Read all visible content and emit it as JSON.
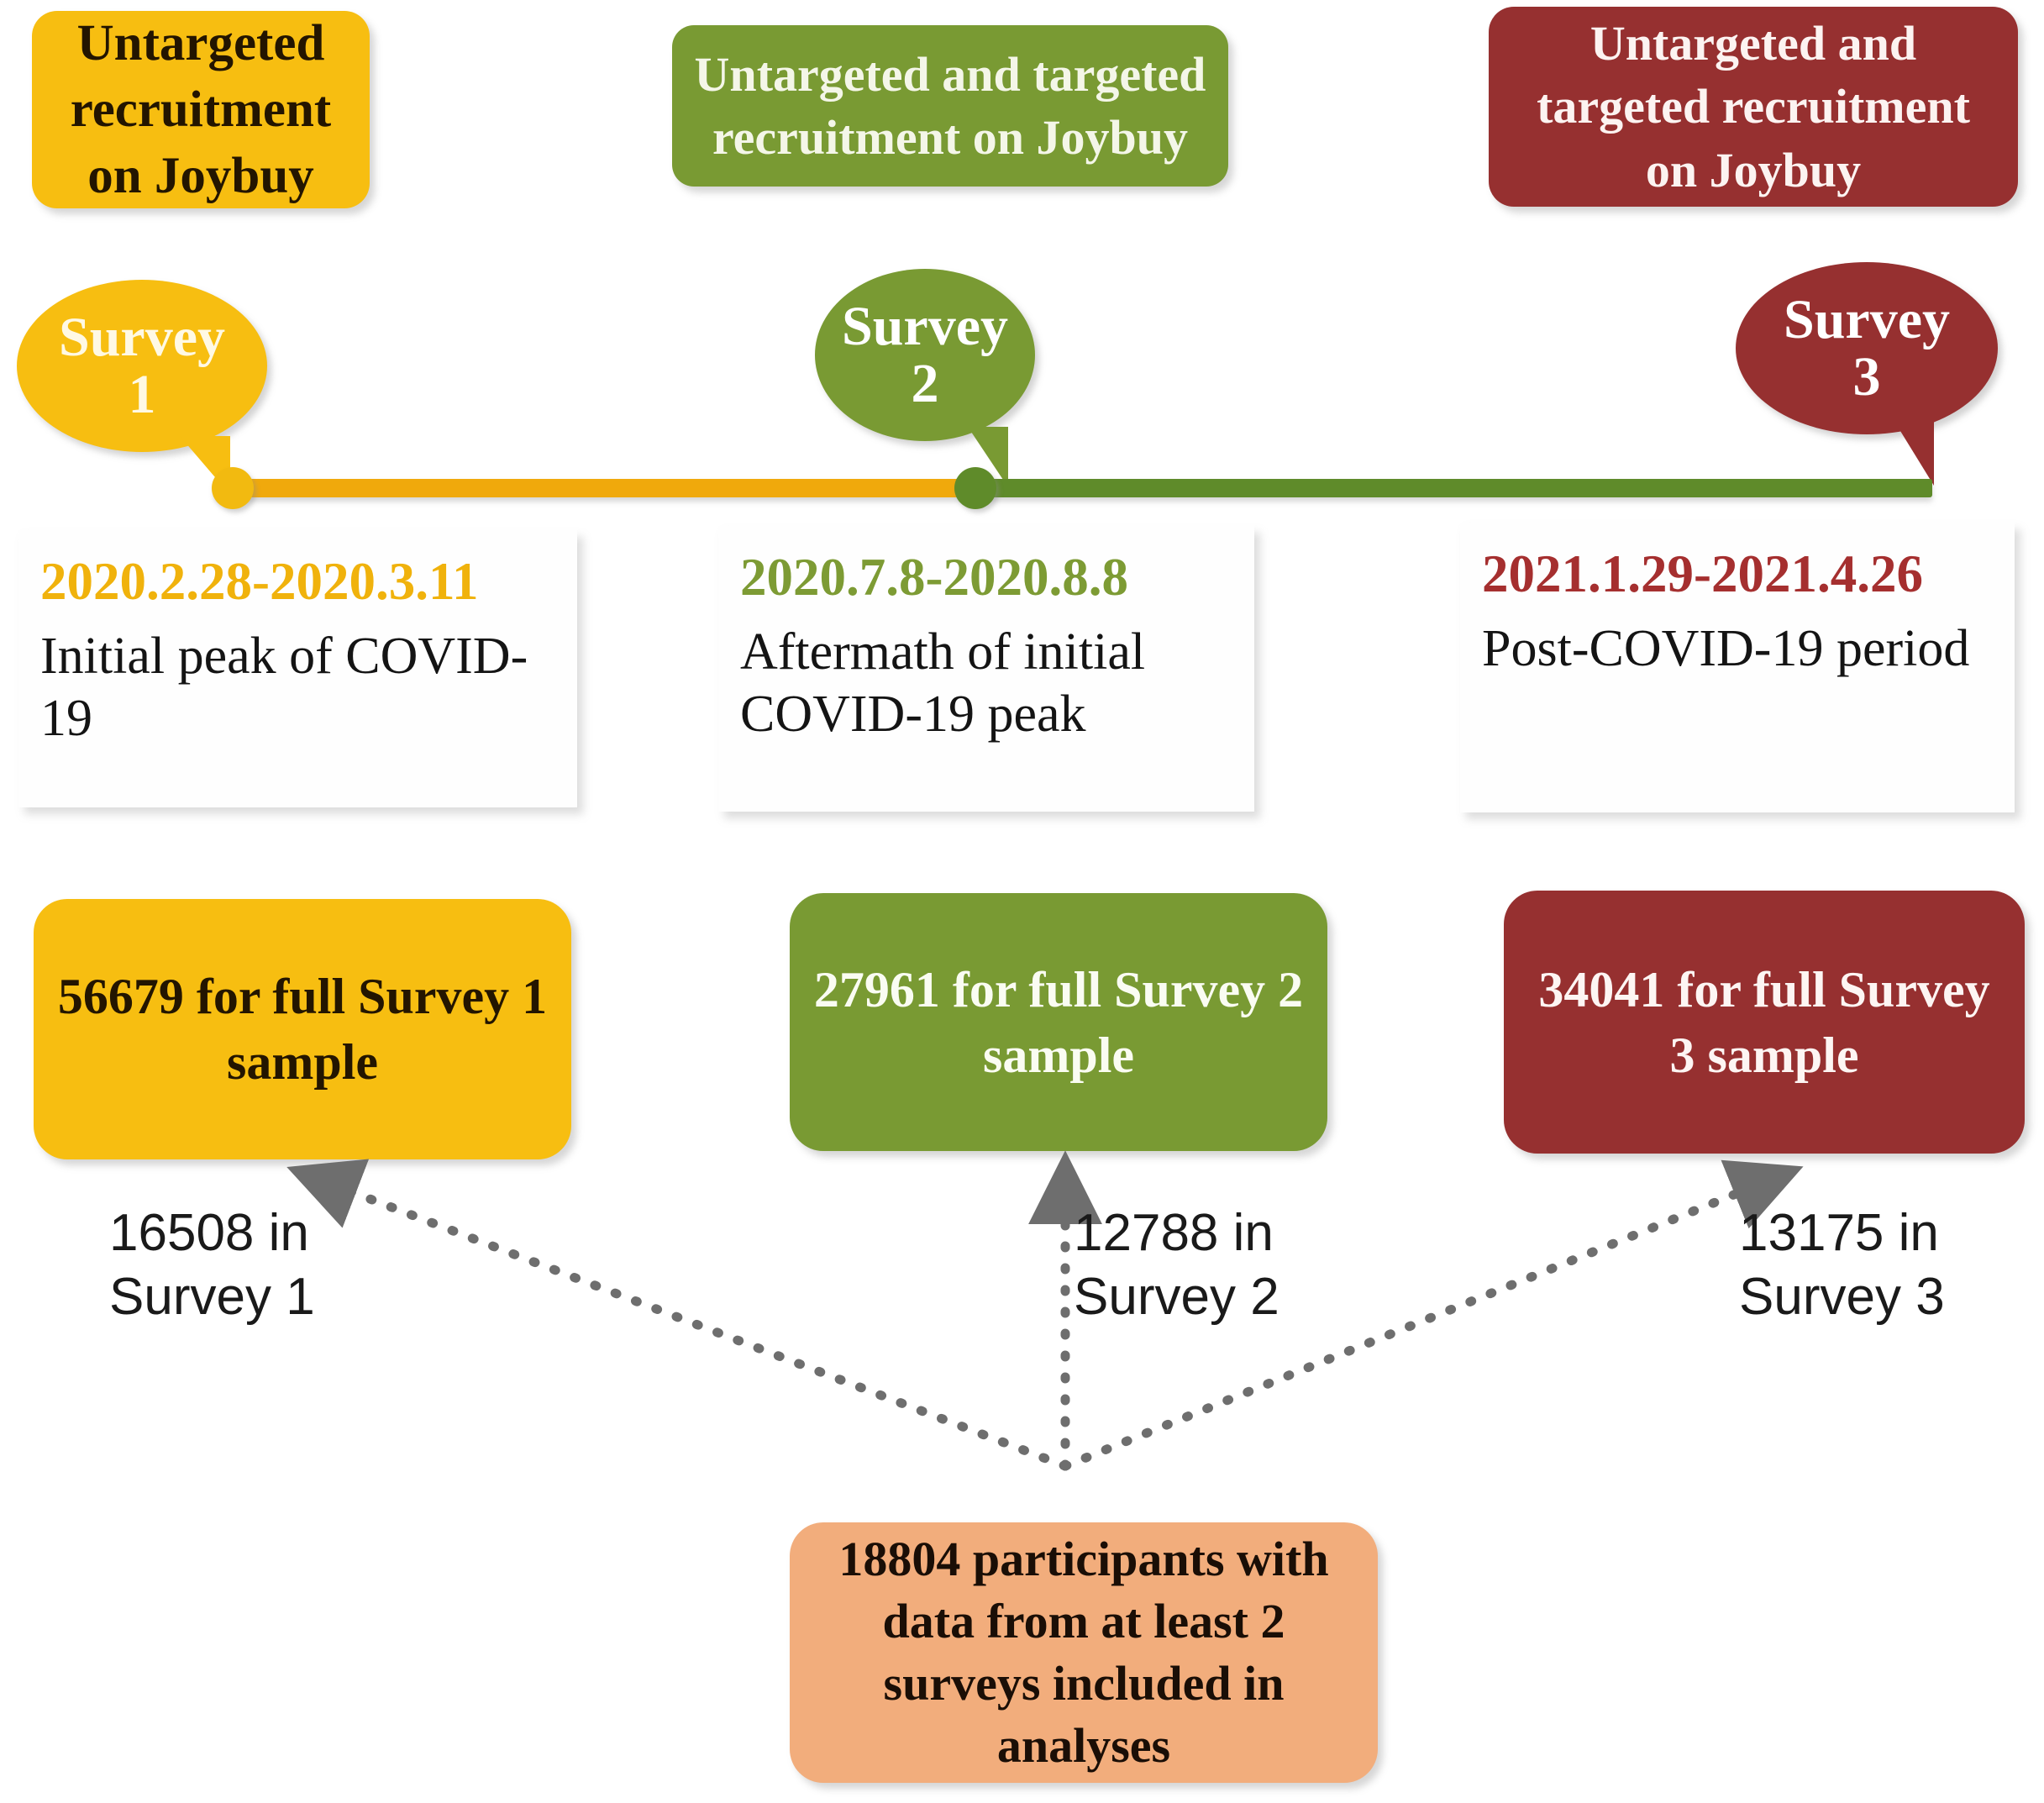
{
  "recruitment": [
    {
      "id": "survey-1",
      "label": "Untargeted\nrecruitment\non Joybuy",
      "color": "#F7BE11"
    },
    {
      "id": "survey-2",
      "label": "Untargeted and targeted\nrecruitment on Joybuy",
      "color": "#799A33"
    },
    {
      "id": "survey-3",
      "label": "Untargeted and\ntargeted recruitment\non Joybuy",
      "color": "#963030"
    }
  ],
  "bubbles": [
    {
      "label": "Survey\n1",
      "color": "#F7BE11"
    },
    {
      "label": "Survey\n2",
      "color": "#799A33"
    },
    {
      "label": "Survey\n3",
      "color": "#963030"
    }
  ],
  "timeline": {
    "segment_1_color": "#F0A90C",
    "segment_2_color": "#5F8B2A",
    "dot_1_color": "#F2BA10",
    "dot_2_color": "#5F8B2A"
  },
  "periods": [
    {
      "date": "2020.2.28-2020.3.11",
      "desc": "Initial peak of COVID-19",
      "date_color": "#F0B20C"
    },
    {
      "date": "2020.7.8-2020.8.8",
      "desc": "Aftermath of initial COVID-19 peak",
      "date_color": "#7D9B34"
    },
    {
      "date": "2021.1.29-2021.4.26",
      "desc": "Post-COVID-19 period",
      "date_color": "#A52F2F"
    }
  ],
  "samples": [
    {
      "label": "56679 for full Survey 1 sample",
      "color": "#F7BE11"
    },
    {
      "label": "27961 for full Survey 2 sample",
      "color": "#799A33"
    },
    {
      "label": "34041 for full Survey 3 sample",
      "color": "#963030"
    }
  ],
  "counts": [
    {
      "label": "16508 in\nSurvey 1"
    },
    {
      "label": "12788 in\nSurvey 2"
    },
    {
      "label": "13175 in\nSurvey 3"
    }
  ],
  "summary": {
    "label": "18804 participants with data from at least 2 surveys included in analyses",
    "color": "#F2AD7C"
  },
  "arrows": {
    "style": "dotted",
    "color": "#6E6E6E",
    "direction": "from summary box up to each sample box"
  }
}
